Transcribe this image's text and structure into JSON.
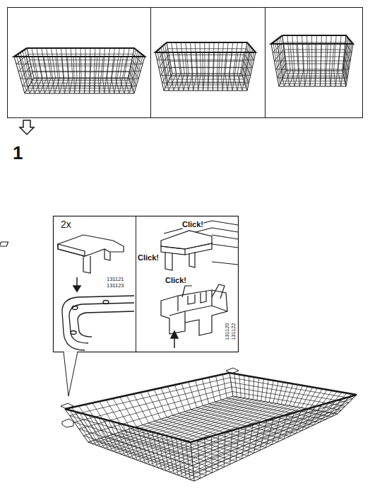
{
  "diagram": {
    "labels": [
      "1",
      "2x",
      "131121",
      "131123",
      "Click!",
      "Click!",
      "Click!",
      "131120",
      "131122"
    ]
  }
}
